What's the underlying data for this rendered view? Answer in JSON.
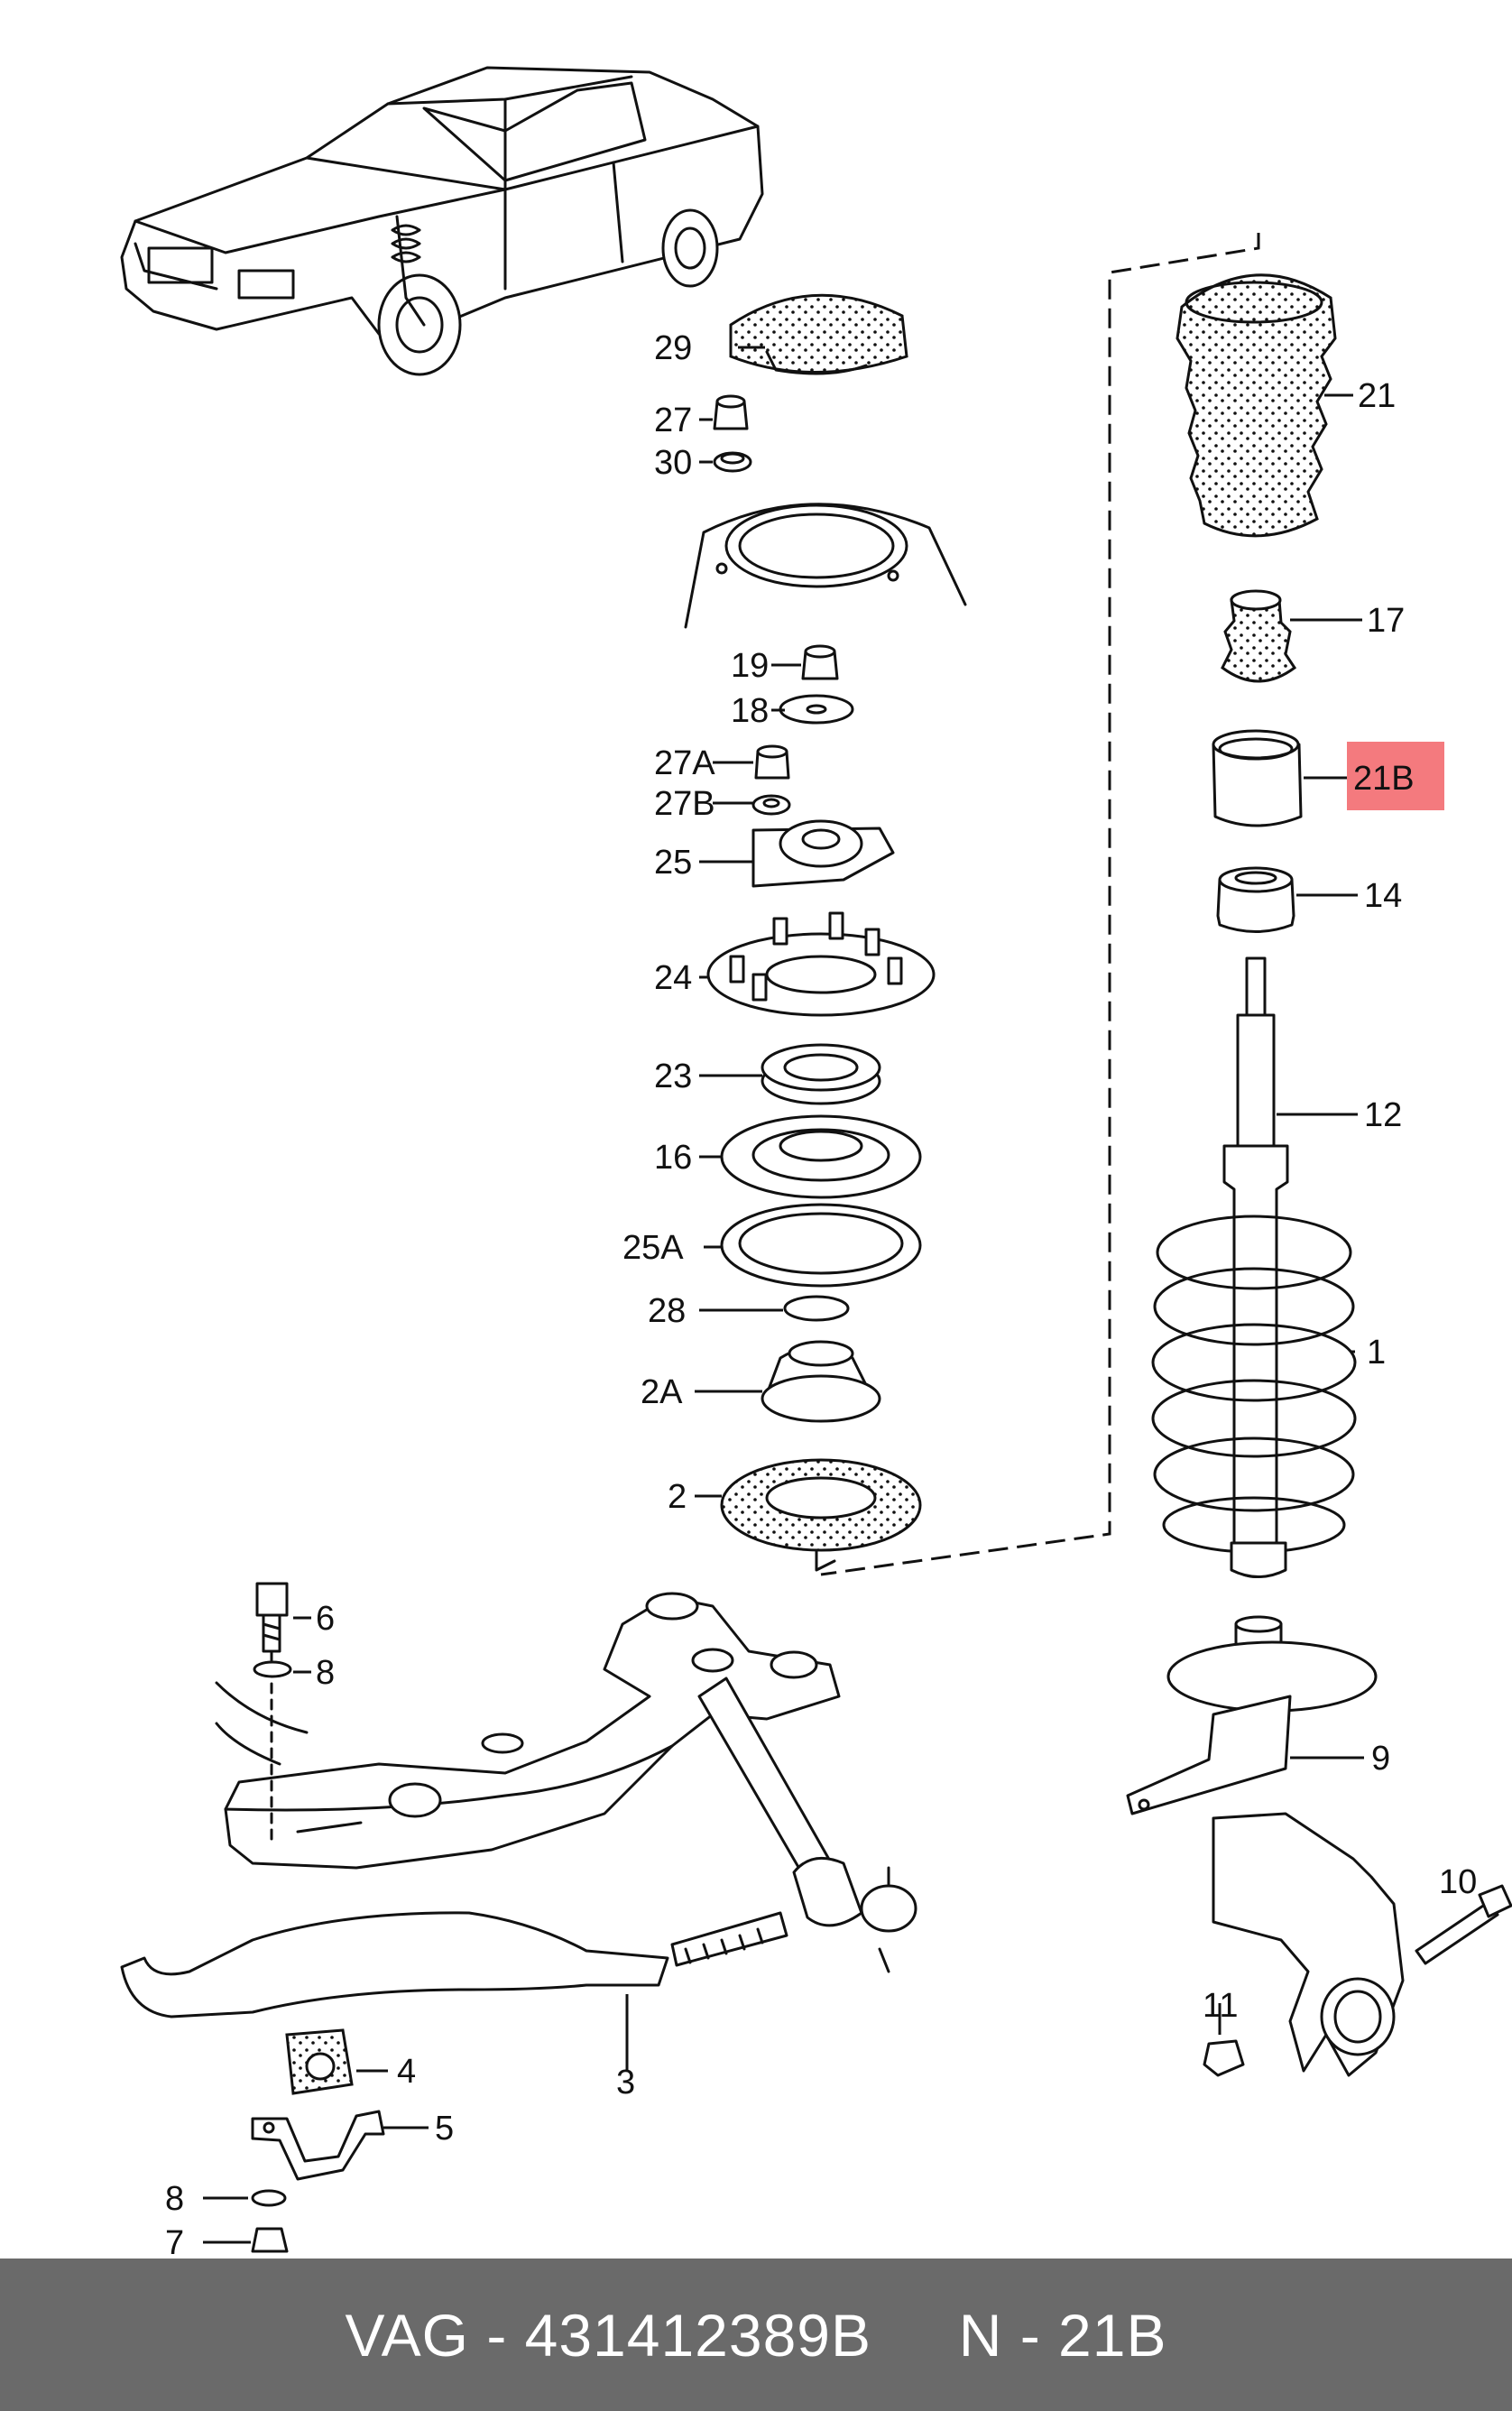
{
  "colors": {
    "line": "#111111",
    "highlight": "#f47a7e",
    "footer_bg": "#6a6a6a",
    "footer_text": "#ffffff"
  },
  "highlighted_part": "21B",
  "callouts": [
    {
      "id": "29",
      "label": "29"
    },
    {
      "id": "27",
      "label": "27"
    },
    {
      "id": "30",
      "label": "30"
    },
    {
      "id": "19",
      "label": "19"
    },
    {
      "id": "18",
      "label": "18"
    },
    {
      "id": "27A",
      "label": "27A"
    },
    {
      "id": "27B",
      "label": "27B"
    },
    {
      "id": "25",
      "label": "25"
    },
    {
      "id": "24",
      "label": "24"
    },
    {
      "id": "23",
      "label": "23"
    },
    {
      "id": "16",
      "label": "16"
    },
    {
      "id": "25A",
      "label": "25A"
    },
    {
      "id": "28",
      "label": "28"
    },
    {
      "id": "2A",
      "label": "2A"
    },
    {
      "id": "2",
      "label": "2"
    },
    {
      "id": "21",
      "label": "21"
    },
    {
      "id": "17",
      "label": "17"
    },
    {
      "id": "21B",
      "label": "21B"
    },
    {
      "id": "14",
      "label": "14"
    },
    {
      "id": "12",
      "label": "12"
    },
    {
      "id": "1",
      "label": "1"
    },
    {
      "id": "9",
      "label": "9"
    },
    {
      "id": "10",
      "label": "10"
    },
    {
      "id": "11",
      "label": "11"
    },
    {
      "id": "6",
      "label": "6"
    },
    {
      "id": "8a",
      "label": "8"
    },
    {
      "id": "4",
      "label": "4"
    },
    {
      "id": "5",
      "label": "5"
    },
    {
      "id": "3",
      "label": "3"
    },
    {
      "id": "8b",
      "label": "8"
    },
    {
      "id": "7",
      "label": "7"
    }
  ],
  "footer": {
    "text": "VAG - 431412389B     N - 21B"
  }
}
